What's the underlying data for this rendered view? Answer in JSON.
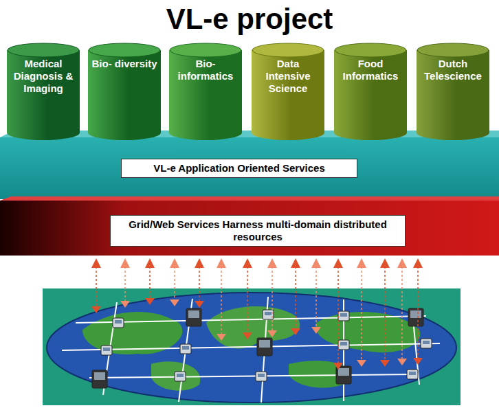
{
  "diagram": {
    "title": "VL-e project",
    "nodes": [
      {
        "text": [
          "Medical Diagnosis & Imaging"
        ]
      },
      {
        "text": [
          "Bio- diversity"
        ]
      },
      {
        "text": [
          "Bio- informatics"
        ]
      },
      {
        "text": [
          "Data Intensive Science"
        ]
      },
      {
        "text": [
          "Food Informatics"
        ]
      },
      {
        "text": [
          "Dutch Telescience"
        ]
      },
      {
        "text": [
          "VL-e Application Oriented Services"
        ]
      },
      {
        "text": [
          "Grid/Web Services Harness multi-domain distributed resources"
        ]
      }
    ]
  }
}
